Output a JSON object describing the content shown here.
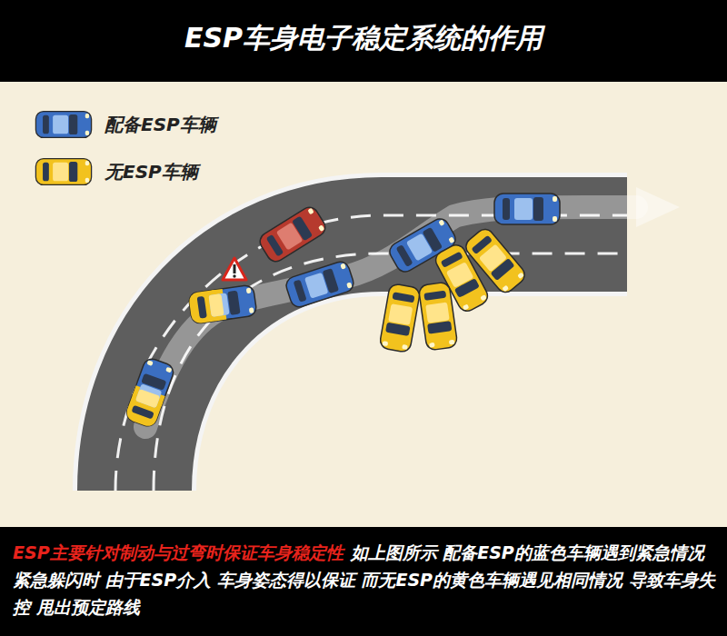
{
  "diagram": {
    "title": "ESP车身电子稳定系统的作用",
    "caption": "ESP主要针对制动与过弯时保证车身稳定性",
    "labels": [
      "如上图所示 配备ESP的蓝色车辆遇到紧急情况 紧急躲闪时 由于ESP介入 车身姿态得以保证 而无ESP的黄色车辆遇见相同情况 导致车身失控 甩出预定路线"
    ],
    "legend": [
      {
        "text": "配备ESP车辆"
      },
      {
        "text": "无ESP车辆"
      }
    ]
  }
}
